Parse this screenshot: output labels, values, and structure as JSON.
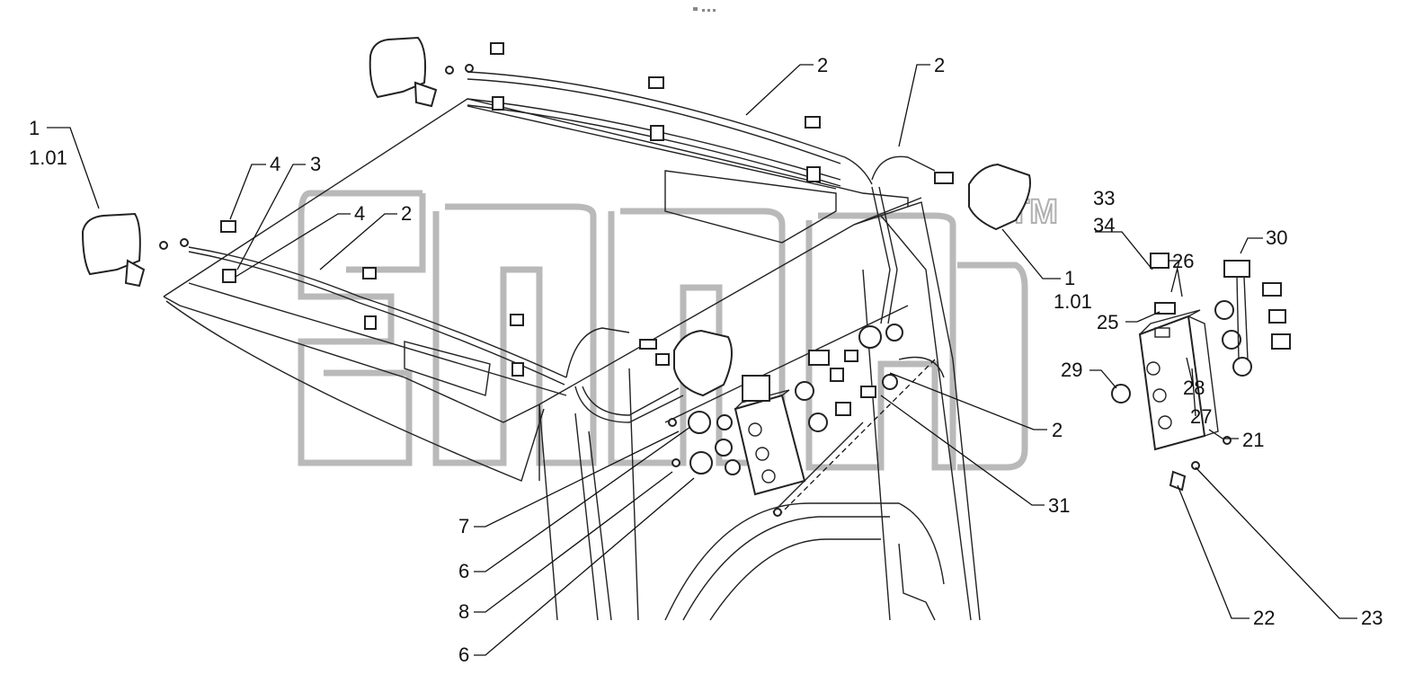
{
  "watermark": {
    "text": "TM"
  },
  "labels": {
    "l1a": "1",
    "l101a": "1.01",
    "l4a": "4",
    "l3": "3",
    "l4b": "4",
    "l2a": "2",
    "l2b": "2",
    "l2c": "2",
    "l33": "33",
    "l34": "34",
    "l30": "30",
    "l26": "26",
    "l1b": "1",
    "l101b": "1.01",
    "l25": "25",
    "l29": "29",
    "l28": "28",
    "l27": "27",
    "l21": "21",
    "l2d": "2",
    "l31": "31",
    "l7": "7",
    "l6a": "6",
    "l8": "8",
    "l6b": "6",
    "l22": "22",
    "l23": "23"
  }
}
